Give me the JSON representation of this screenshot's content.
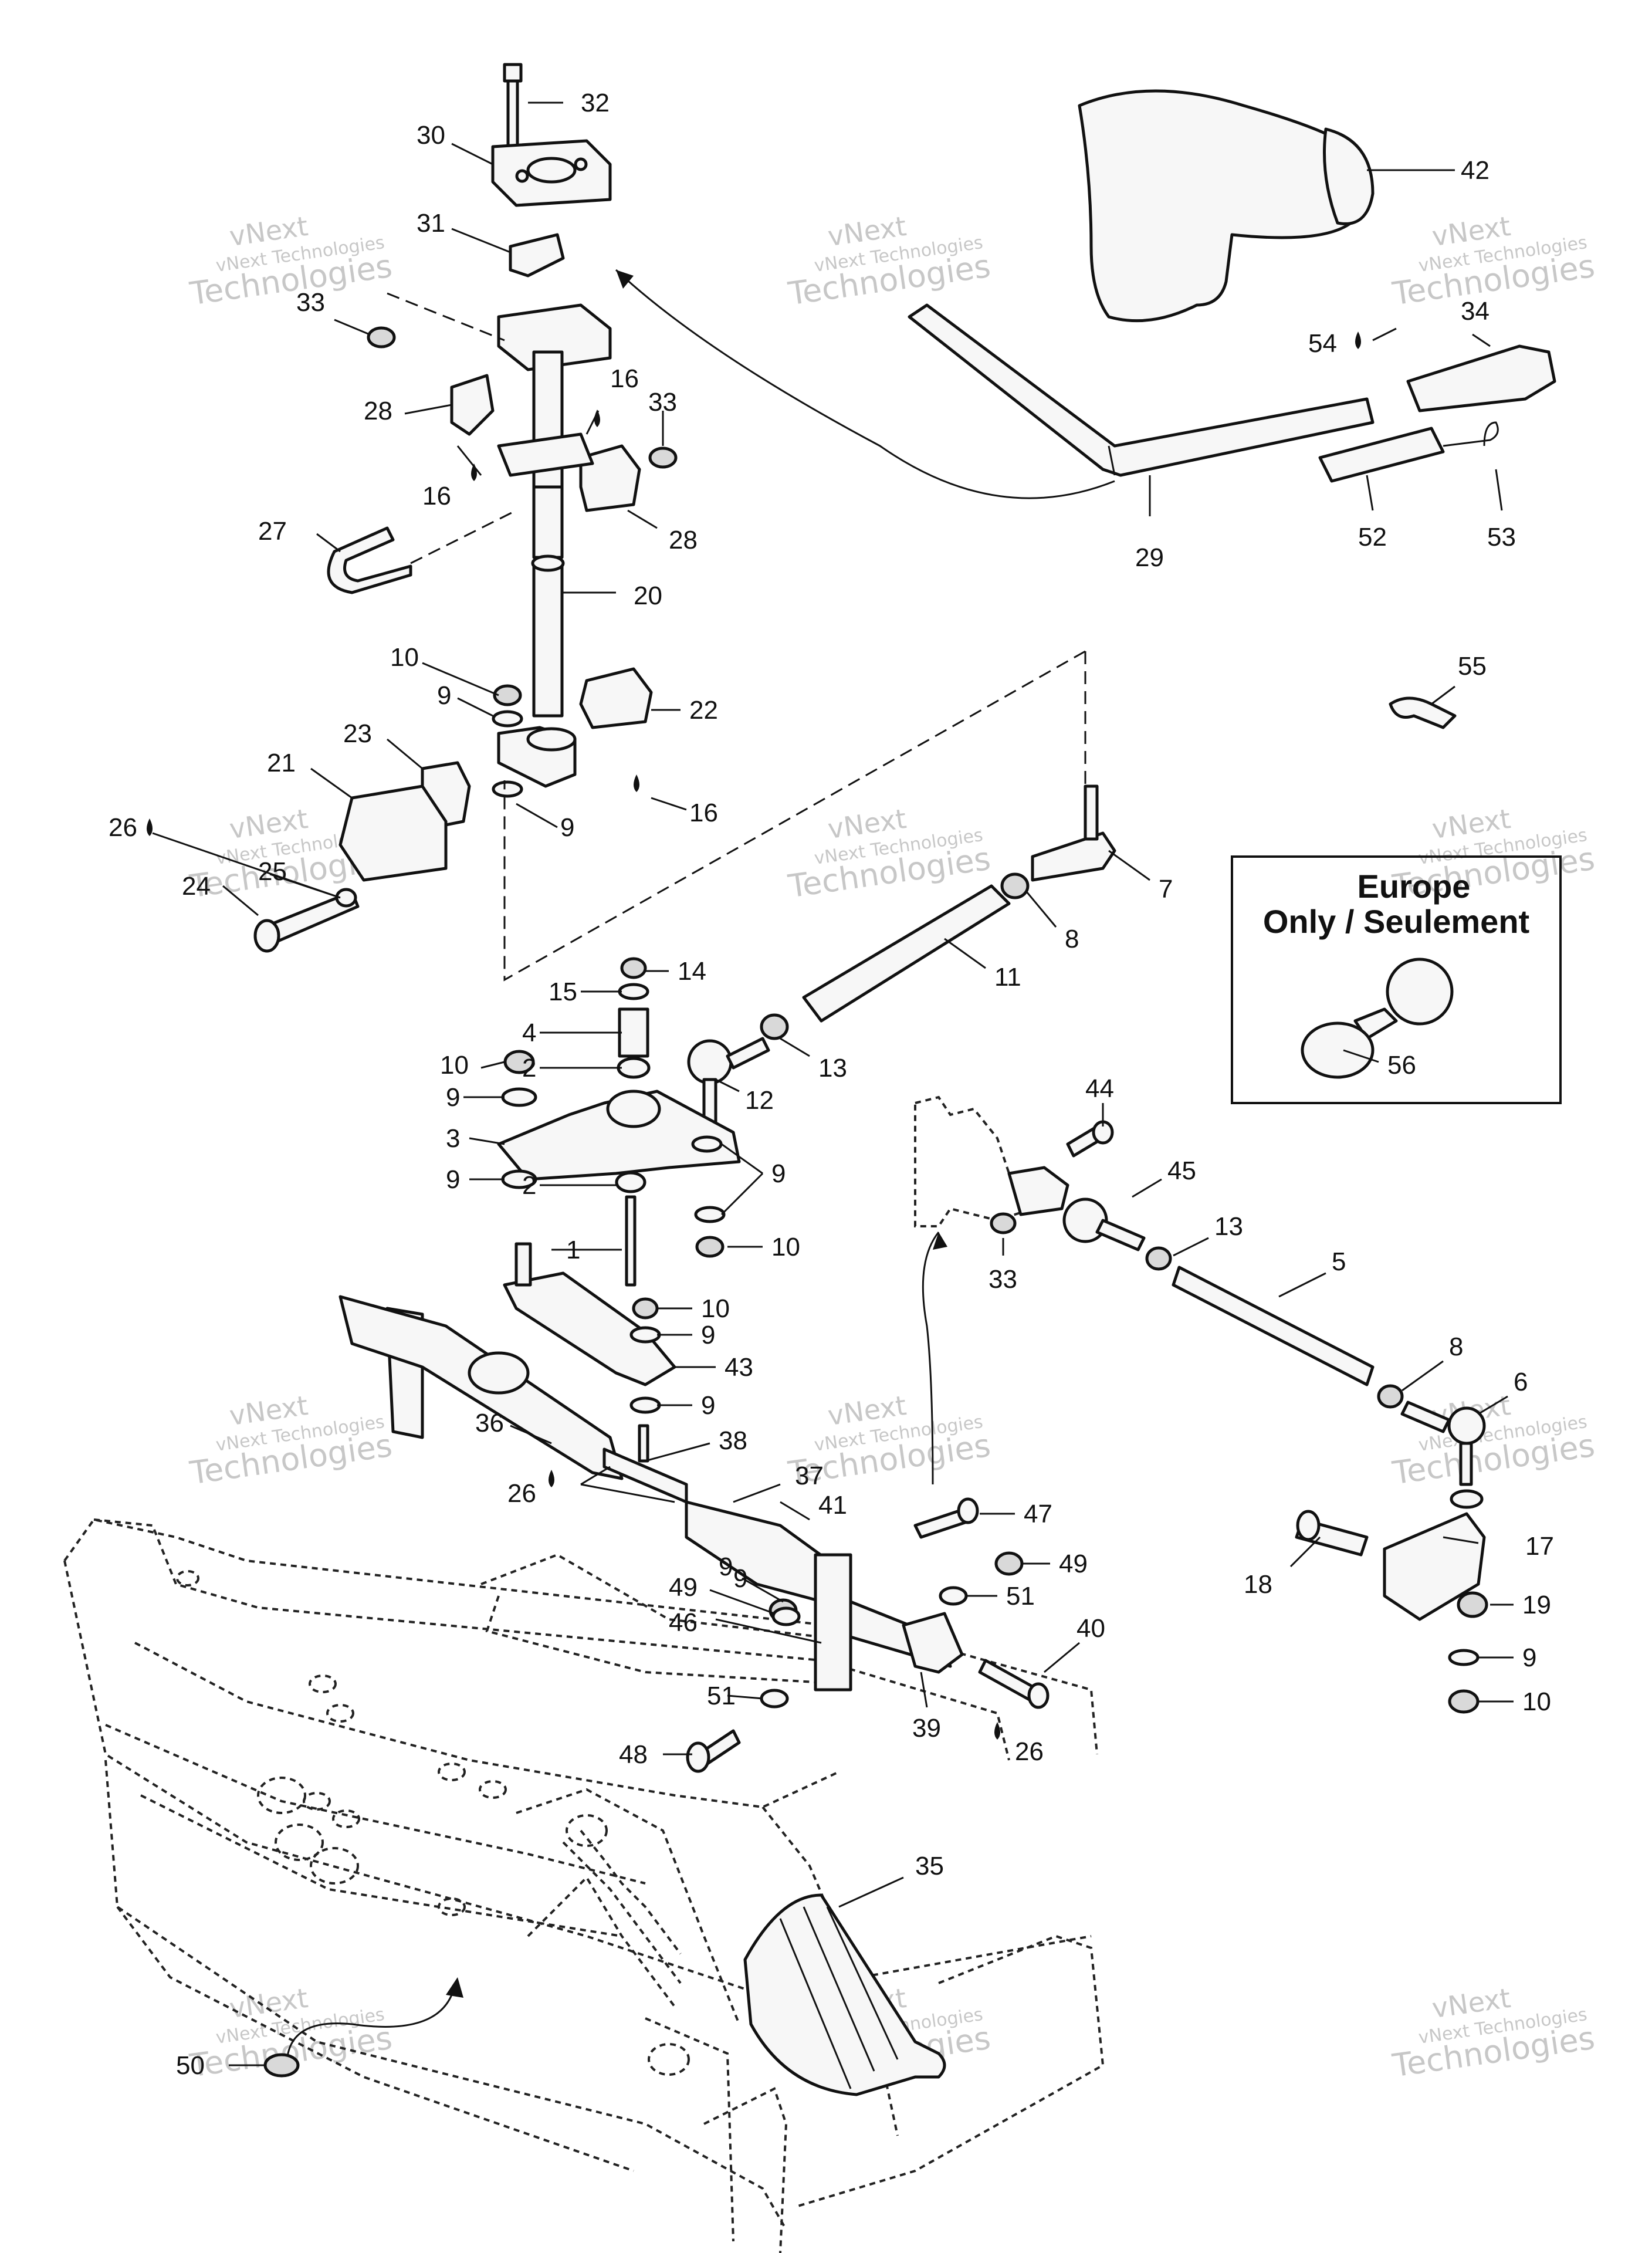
{
  "inset_box": {
    "line1": "Europe",
    "line2": "Only / Seulement"
  },
  "watermark": {
    "brand": "vNext",
    "line1": "vNext Technologies",
    "line2": "Technologies"
  },
  "callouts": [
    {
      "id": "c32",
      "label": "32"
    },
    {
      "id": "c30",
      "label": "30"
    },
    {
      "id": "c31",
      "label": "31"
    },
    {
      "id": "c33a",
      "label": "33"
    },
    {
      "id": "c28a",
      "label": "28"
    },
    {
      "id": "c16a",
      "label": "16"
    },
    {
      "id": "c16b",
      "label": "16"
    },
    {
      "id": "c33b",
      "label": "33"
    },
    {
      "id": "c28b",
      "label": "28"
    },
    {
      "id": "c27",
      "label": "27"
    },
    {
      "id": "c20",
      "label": "20"
    },
    {
      "id": "c10a",
      "label": "10"
    },
    {
      "id": "c9a",
      "label": "9"
    },
    {
      "id": "c22",
      "label": "22"
    },
    {
      "id": "c23",
      "label": "23"
    },
    {
      "id": "c21",
      "label": "21"
    },
    {
      "id": "c16c",
      "label": "16"
    },
    {
      "id": "c9b",
      "label": "9"
    },
    {
      "id": "c26a",
      "label": "26"
    },
    {
      "id": "c25",
      "label": "25"
    },
    {
      "id": "c24",
      "label": "24"
    },
    {
      "id": "c42",
      "label": "42"
    },
    {
      "id": "c54",
      "label": "54"
    },
    {
      "id": "c34",
      "label": "34"
    },
    {
      "id": "c29",
      "label": "29"
    },
    {
      "id": "c52",
      "label": "52"
    },
    {
      "id": "c53",
      "label": "53"
    },
    {
      "id": "c55",
      "label": "55"
    },
    {
      "id": "c7",
      "label": "7"
    },
    {
      "id": "c8a",
      "label": "8"
    },
    {
      "id": "c11",
      "label": "11"
    },
    {
      "id": "c14",
      "label": "14"
    },
    {
      "id": "c15",
      "label": "15"
    },
    {
      "id": "c4",
      "label": "4"
    },
    {
      "id": "c2a",
      "label": "2"
    },
    {
      "id": "c10b",
      "label": "10"
    },
    {
      "id": "c9c",
      "label": "9"
    },
    {
      "id": "c3",
      "label": "3"
    },
    {
      "id": "c9d",
      "label": "9"
    },
    {
      "id": "c2b",
      "label": "2"
    },
    {
      "id": "c13a",
      "label": "13"
    },
    {
      "id": "c12",
      "label": "12"
    },
    {
      "id": "c9e",
      "label": "9"
    },
    {
      "id": "c10c",
      "label": "10"
    },
    {
      "id": "c1",
      "label": "1"
    },
    {
      "id": "c10d",
      "label": "10"
    },
    {
      "id": "c9f",
      "label": "9"
    },
    {
      "id": "c43",
      "label": "43"
    },
    {
      "id": "c9g",
      "label": "9"
    },
    {
      "id": "c56",
      "label": "56"
    },
    {
      "id": "c44",
      "label": "44"
    },
    {
      "id": "c45",
      "label": "45"
    },
    {
      "id": "c13b",
      "label": "13"
    },
    {
      "id": "c33c",
      "label": "33"
    },
    {
      "id": "c5",
      "label": "5"
    },
    {
      "id": "c8b",
      "label": "8"
    },
    {
      "id": "c6",
      "label": "6"
    },
    {
      "id": "c36",
      "label": "36"
    },
    {
      "id": "c38",
      "label": "38"
    },
    {
      "id": "c37",
      "label": "37"
    },
    {
      "id": "c41",
      "label": "41"
    },
    {
      "id": "c26b",
      "label": "26"
    },
    {
      "id": "c47",
      "label": "47"
    },
    {
      "id": "c9h",
      "label": "9"
    },
    {
      "id": "c17",
      "label": "17"
    },
    {
      "id": "c18",
      "label": "18"
    },
    {
      "id": "c19",
      "label": "19"
    },
    {
      "id": "c9i",
      "label": "9"
    },
    {
      "id": "c10e",
      "label": "10"
    },
    {
      "id": "c49a",
      "label": "49"
    },
    {
      "id": "c46",
      "label": "46"
    },
    {
      "id": "c9j",
      "label": "9"
    },
    {
      "id": "c49b",
      "label": "49"
    },
    {
      "id": "c51a",
      "label": "51"
    },
    {
      "id": "c40",
      "label": "40"
    },
    {
      "id": "c51b",
      "label": "51"
    },
    {
      "id": "c39",
      "label": "39"
    },
    {
      "id": "c26c",
      "label": "26"
    },
    {
      "id": "c48",
      "label": "48"
    },
    {
      "id": "c35",
      "label": "35"
    },
    {
      "id": "c50",
      "label": "50"
    }
  ]
}
